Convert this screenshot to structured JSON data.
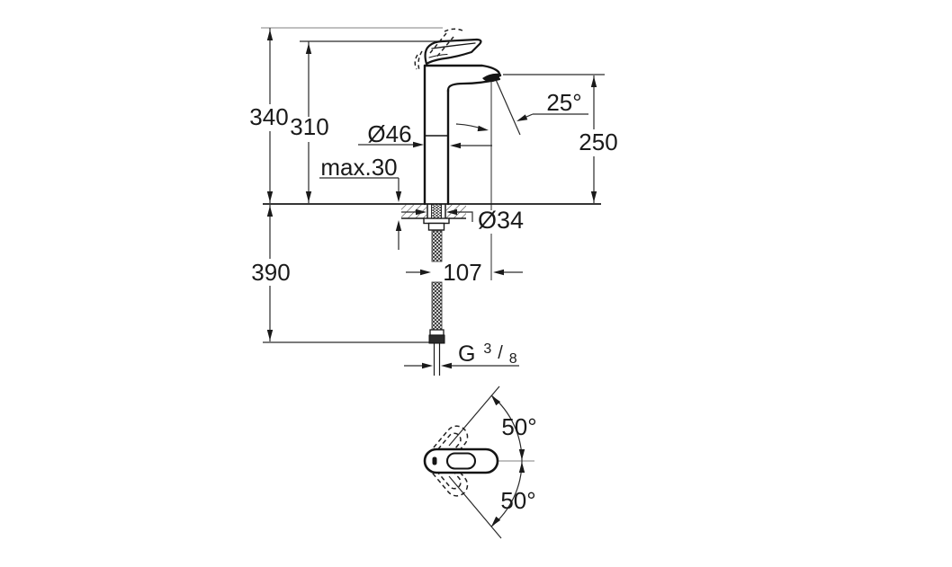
{
  "drawing": {
    "colors": {
      "ink": "#1a1a1a",
      "outline": "#141414",
      "thin": "#2a2a2a",
      "light": "#9a9a9a",
      "background": "#ffffff"
    },
    "dims": {
      "total_height": "340",
      "handle_height": "310",
      "body_diameter": "Ø46",
      "deck_thickness_max": "max.30",
      "aerator_angle": "25°",
      "spout_height": "250",
      "mounting_hole_diameter": "Ø34",
      "spout_projection": "107",
      "hose_length": "390",
      "thread": {
        "prefix": "G",
        "numerator": "3",
        "slash": "/",
        "denominator": "8"
      },
      "handle_swivel_upper": "50°",
      "handle_swivel_lower": "50°"
    }
  }
}
